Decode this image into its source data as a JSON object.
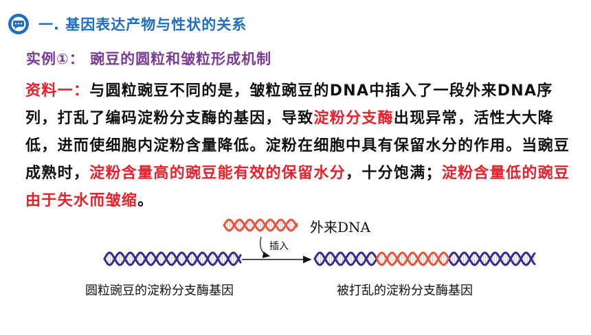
{
  "header": {
    "icon": "chat-bubble-icon",
    "title": "一. 基因表达产物与性状的关系"
  },
  "example": {
    "title": "实例①： 豌豆的圆粒和皱粒形成机制"
  },
  "material": {
    "label": "资料一：",
    "seg1": "与圆粒豌豆不同的是，皱粒豌豆的DNA中插入了一段外来DNA序列，打乱了编码淀粉分支酶的基因，导致",
    "seg2": "淀粉分支酶",
    "seg3": "出现异常，活性大大降低，进而使细胞内淀粉含量降低。淀粉在细胞中具有保留水分的作用。当豌豆成熟时，",
    "seg4": "淀粉含量高的豌豆能有效的保留水分",
    "seg5": "，十分饱满；",
    "seg6": "淀粉含量低的豌豆由于失水而皱缩",
    "seg7": "。"
  },
  "figure": {
    "foreign_dna_label": "外来DNA",
    "insert_label": "插入",
    "left_caption": "圆粒豌豆的淀粉分支酶基因",
    "right_caption": "被打乱的淀粉分支酶基因"
  },
  "colors": {
    "header_blue": "#1f6fc0",
    "example_purple": "#7a3a96",
    "highlight_red": "#e8202a",
    "dna_purple": "#3d2a8a",
    "dna_red": "#e8553a"
  }
}
